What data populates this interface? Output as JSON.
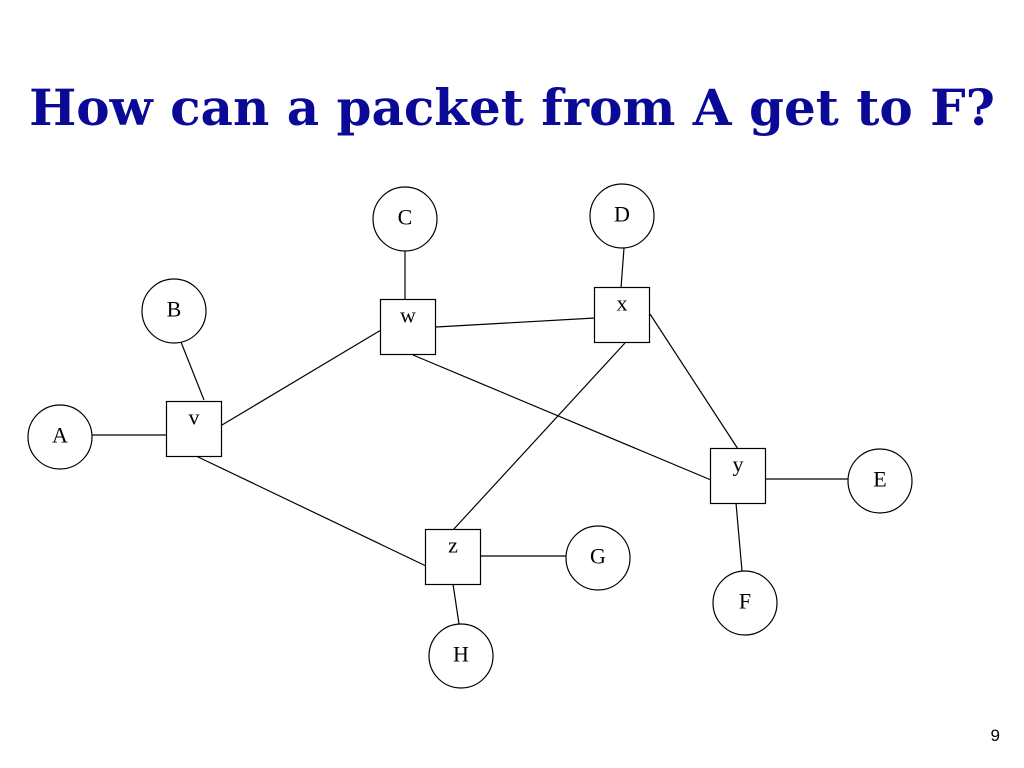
{
  "slide": {
    "title": "How can a packet from A get to F?",
    "page_number": "9"
  },
  "nodes": [
    {
      "id": "A",
      "label": "A",
      "kind": "host"
    },
    {
      "id": "B",
      "label": "B",
      "kind": "host"
    },
    {
      "id": "C",
      "label": "C",
      "kind": "host"
    },
    {
      "id": "D",
      "label": "D",
      "kind": "host"
    },
    {
      "id": "E",
      "label": "E",
      "kind": "host"
    },
    {
      "id": "F",
      "label": "F",
      "kind": "host"
    },
    {
      "id": "G",
      "label": "G",
      "kind": "host"
    },
    {
      "id": "H",
      "label": "H",
      "kind": "host"
    },
    {
      "id": "v",
      "label": "v",
      "kind": "router"
    },
    {
      "id": "w",
      "label": "w",
      "kind": "router"
    },
    {
      "id": "x",
      "label": "x",
      "kind": "router"
    },
    {
      "id": "y",
      "label": "y",
      "kind": "router"
    },
    {
      "id": "z",
      "label": "z",
      "kind": "router"
    }
  ],
  "edges": [
    [
      "A",
      "v"
    ],
    [
      "B",
      "v"
    ],
    [
      "v",
      "w"
    ],
    [
      "v",
      "z"
    ],
    [
      "C",
      "w"
    ],
    [
      "w",
      "x"
    ],
    [
      "w",
      "y"
    ],
    [
      "D",
      "x"
    ],
    [
      "x",
      "z"
    ],
    [
      "x",
      "y"
    ],
    [
      "y",
      "E"
    ],
    [
      "y",
      "F"
    ],
    [
      "z",
      "G"
    ],
    [
      "z",
      "H"
    ]
  ]
}
